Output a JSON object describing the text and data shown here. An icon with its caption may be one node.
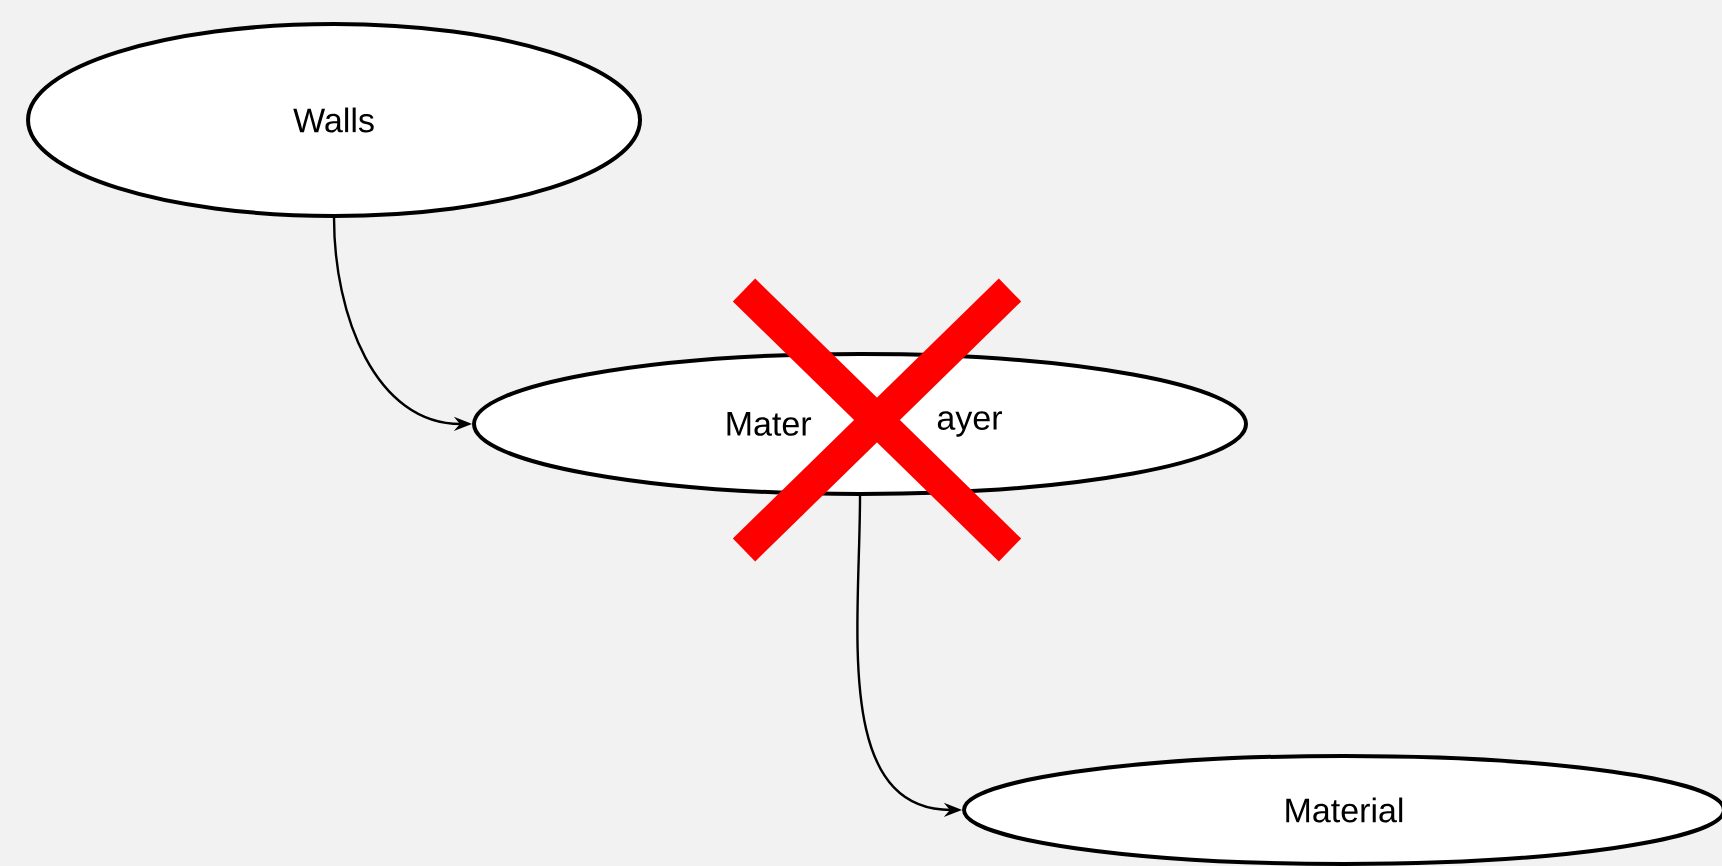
{
  "diagram": {
    "nodes": [
      {
        "text": [
          "Walls"
        ]
      },
      {
        "text": [
          "Mater",
          "ayer"
        ]
      },
      {
        "text": [
          "Material"
        ]
      }
    ],
    "edges": [
      {
        "from": 0,
        "to": 1,
        "arrow": "to"
      },
      {
        "from": 1,
        "to": 2,
        "arrow": "to"
      }
    ]
  }
}
